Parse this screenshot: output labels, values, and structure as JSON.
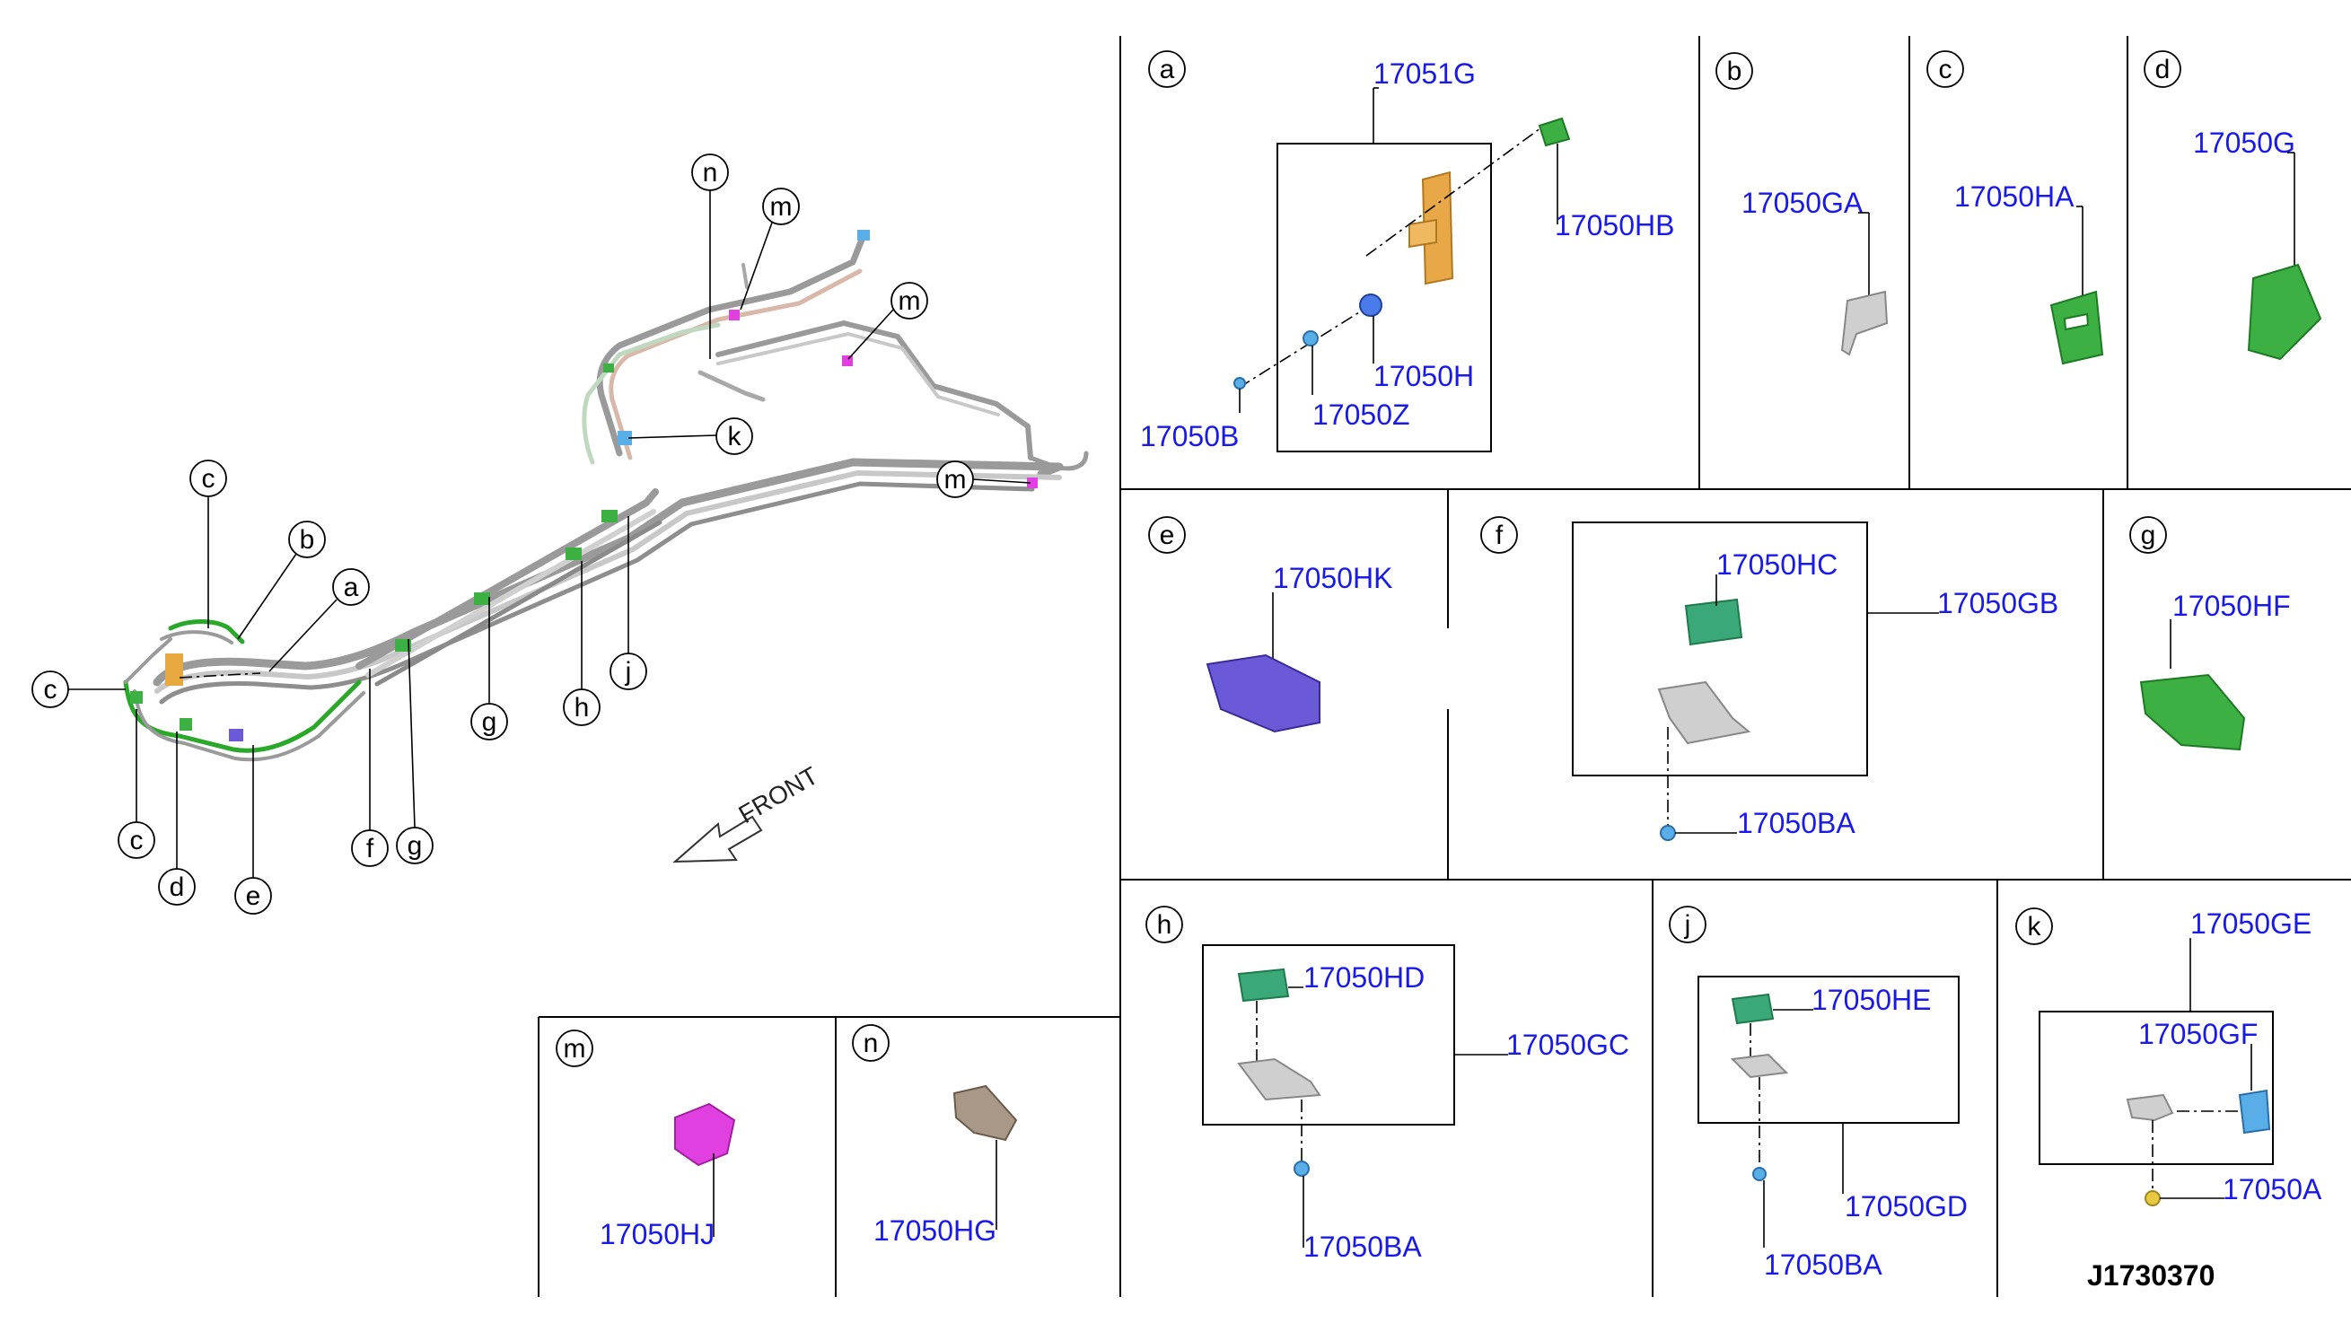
{
  "front_label": "FRONT",
  "ref_code": "J1730370",
  "overview_callouts": {
    "n": "n",
    "m1": "m",
    "m2": "m",
    "m3": "m",
    "k": "k",
    "c_top": "c",
    "b": "b",
    "a": "a",
    "c_left": "c",
    "c_bottom": "c",
    "d": "d",
    "e": "e",
    "f": "f",
    "g_bottom": "g",
    "g_mid": "g",
    "h": "h",
    "j": "j"
  },
  "panels": {
    "a": {
      "letter": "a",
      "parts": {
        "p17051G": "17051G",
        "p17050HB": "17050HB",
        "p17050H": "17050H",
        "p17050Z": "17050Z",
        "p17050B": "17050B"
      }
    },
    "b": {
      "letter": "b",
      "parts": {
        "p17050GA": "17050GA"
      }
    },
    "c": {
      "letter": "c",
      "parts": {
        "p17050HA": "17050HA"
      }
    },
    "d": {
      "letter": "d",
      "parts": {
        "p17050G": "17050G"
      }
    },
    "e": {
      "letter": "e",
      "parts": {
        "p17050HK": "17050HK"
      }
    },
    "f": {
      "letter": "f",
      "parts": {
        "p17050HC": "17050HC",
        "p17050GB": "17050GB",
        "p17050BA": "17050BA"
      }
    },
    "g": {
      "letter": "g",
      "parts": {
        "p17050HF": "17050HF"
      }
    },
    "h": {
      "letter": "h",
      "parts": {
        "p17050HD": "17050HD",
        "p17050GC": "17050GC",
        "p17050BA": "17050BA"
      }
    },
    "j": {
      "letter": "j",
      "parts": {
        "p17050HE": "17050HE",
        "p17050GD": "17050GD",
        "p17050BA": "17050BA"
      }
    },
    "k": {
      "letter": "k",
      "parts": {
        "p17050GE": "17050GE",
        "p17050GF": "17050GF",
        "p17050A": "17050A"
      }
    },
    "m": {
      "letter": "m",
      "parts": {
        "p17050HJ": "17050HJ"
      }
    },
    "n": {
      "letter": "n",
      "parts": {
        "p17050HG": "17050HG"
      }
    }
  }
}
